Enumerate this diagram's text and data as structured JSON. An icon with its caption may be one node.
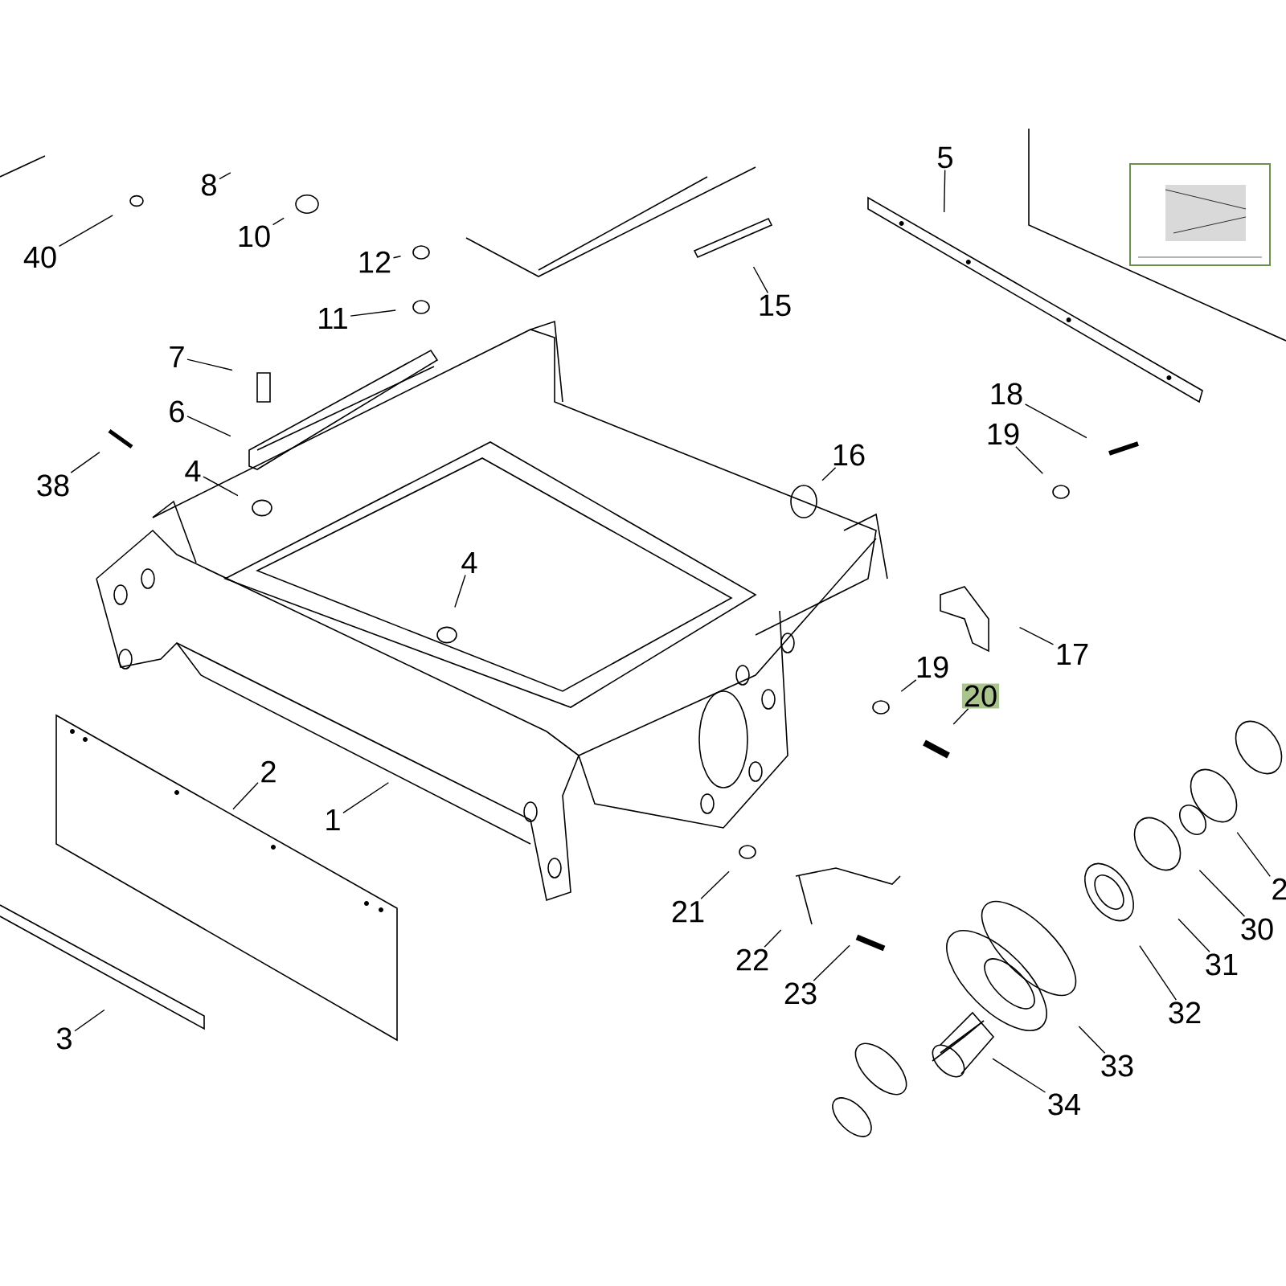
{
  "diagram": {
    "nodes": [
      {
        "text": [
          "8"
        ]
      },
      {
        "text": [
          "40"
        ]
      },
      {
        "text": [
          "10"
        ]
      },
      {
        "text": [
          "12"
        ]
      },
      {
        "text": [
          "11"
        ]
      },
      {
        "text": [
          "7"
        ]
      },
      {
        "text": [
          "6"
        ]
      },
      {
        "text": [
          "38"
        ]
      },
      {
        "text": [
          "4"
        ]
      },
      {
        "text": [
          "4"
        ]
      },
      {
        "text": [
          "5"
        ]
      },
      {
        "text": [
          "15"
        ]
      },
      {
        "text": [
          "16"
        ]
      },
      {
        "text": [
          "18"
        ]
      },
      {
        "text": [
          "19"
        ]
      },
      {
        "text": [
          "17"
        ]
      },
      {
        "text": [
          "19"
        ]
      },
      {
        "text": [
          "20"
        ]
      },
      {
        "text": [
          "2"
        ]
      },
      {
        "text": [
          "1"
        ]
      },
      {
        "text": [
          "3"
        ]
      },
      {
        "text": [
          "21"
        ]
      },
      {
        "text": [
          "22"
        ]
      },
      {
        "text": [
          "23"
        ]
      },
      {
        "text": [
          "2"
        ]
      },
      {
        "text": [
          "30"
        ]
      },
      {
        "text": [
          "31"
        ]
      },
      {
        "text": [
          "32"
        ]
      },
      {
        "text": [
          "33"
        ]
      },
      {
        "text": [
          "34"
        ]
      }
    ],
    "edges": [
      {
        "from": 0,
        "to": null,
        "arrow": "none"
      },
      {
        "from": 1,
        "to": null,
        "arrow": "none"
      },
      {
        "from": 2,
        "to": null,
        "arrow": "none"
      },
      {
        "from": 3,
        "to": null,
        "arrow": "none"
      },
      {
        "from": 4,
        "to": null,
        "arrow": "none"
      },
      {
        "from": 5,
        "to": null,
        "arrow": "none"
      },
      {
        "from": 6,
        "to": null,
        "arrow": "none"
      },
      {
        "from": 7,
        "to": null,
        "arrow": "none"
      },
      {
        "from": 8,
        "to": null,
        "arrow": "none"
      },
      {
        "from": 9,
        "to": null,
        "arrow": "none"
      },
      {
        "from": 10,
        "to": null,
        "arrow": "none"
      },
      {
        "from": 11,
        "to": null,
        "arrow": "none"
      },
      {
        "from": 12,
        "to": null,
        "arrow": "none"
      },
      {
        "from": 13,
        "to": null,
        "arrow": "none"
      },
      {
        "from": 14,
        "to": null,
        "arrow": "none"
      },
      {
        "from": 15,
        "to": null,
        "arrow": "none"
      },
      {
        "from": 16,
        "to": null,
        "arrow": "none"
      },
      {
        "from": 17,
        "to": null,
        "arrow": "none"
      },
      {
        "from": 18,
        "to": null,
        "arrow": "none"
      },
      {
        "from": 19,
        "to": null,
        "arrow": "none"
      },
      {
        "from": 20,
        "to": null,
        "arrow": "none"
      },
      {
        "from": 21,
        "to": null,
        "arrow": "none"
      },
      {
        "from": 22,
        "to": null,
        "arrow": "none"
      },
      {
        "from": 23,
        "to": null,
        "arrow": "none"
      },
      {
        "from": 24,
        "to": null,
        "arrow": "none"
      },
      {
        "from": 25,
        "to": null,
        "arrow": "none"
      },
      {
        "from": 26,
        "to": null,
        "arrow": "none"
      },
      {
        "from": 27,
        "to": null,
        "arrow": "none"
      },
      {
        "from": 28,
        "to": null,
        "arrow": "none"
      },
      {
        "from": 29,
        "to": null,
        "arrow": "none"
      }
    ]
  }
}
